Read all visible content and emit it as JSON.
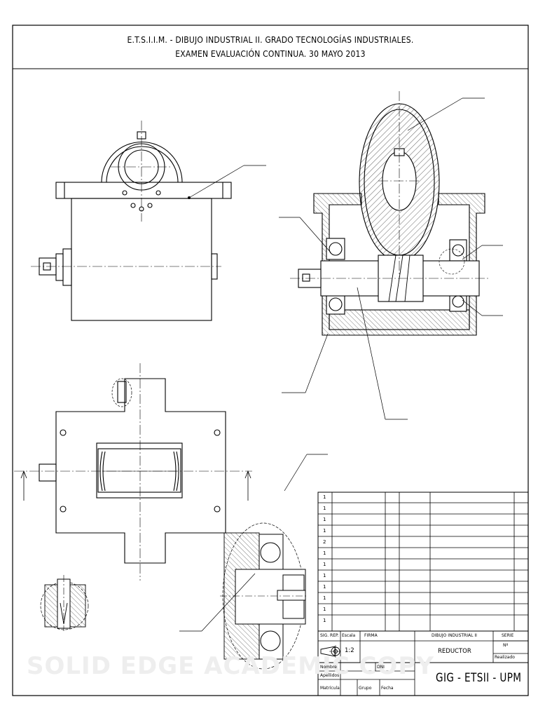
{
  "header": {
    "line1": "E.T.S.I.I.M. -   DIBUJO INDUSTRIAL II. GRADO TECNOLOGÍAS INDUSTRIALES.",
    "line2": "EXAMEN EVALUACIÓN CONTINUA.  30 MAYO 2013"
  },
  "parts_list": {
    "quantities": [
      "1",
      "1",
      "1",
      "1",
      "2",
      "1",
      "1",
      "1",
      "1",
      "1",
      "1",
      "1"
    ]
  },
  "title_block": {
    "sig_rep_label": "SIG. REP.",
    "escala_label": "Escala",
    "firma_label": "FIRMA",
    "course": "DIBUJO INDUSTRIAL II",
    "serie_label": "SERIE",
    "scale_value": "1:2",
    "drawing_title": "REDUCTOR",
    "number_label": "Nº",
    "realizado_label": "Realizado",
    "nombre_label": "Nombre",
    "apellidos_label": "Apellidos",
    "matricula_label": "Matrícula",
    "dni_label": "DNI",
    "grupo_label": "Grupo",
    "fecha_label": "Fecha",
    "institution": "GIG - ETSII - UPM"
  },
  "watermark": "SOLID EDGE ACADEMIC COPY"
}
